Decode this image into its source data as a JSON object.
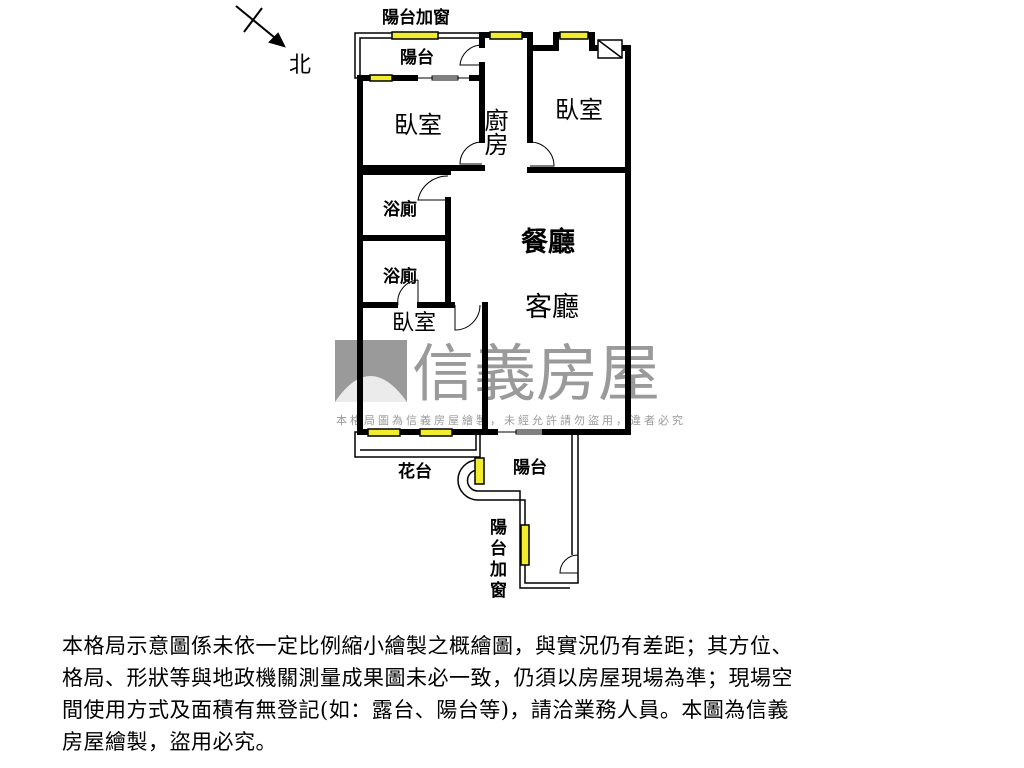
{
  "compass": {
    "label": "北"
  },
  "rooms": {
    "balcony_window_top": "陽台加窗",
    "balcony_top": "陽台",
    "bedroom_nw": "臥室",
    "kitchen": "廚房",
    "bedroom_ne": "臥室",
    "bath_1": "浴廁",
    "bath_2": "浴廁",
    "dining": "餐廳",
    "living": "客廳",
    "bedroom_sw": "臥室",
    "planter": "花台",
    "balcony_bottom": "陽台",
    "balcony_window_bottom": "陽台加窗"
  },
  "watermark": {
    "brand": "信義房屋",
    "notice": "本格局圖為信義房屋繪製，未經允許請勿盜用，違者必究"
  },
  "disclaimer": {
    "lines": [
      "本格局示意圖係未依一定比例縮小繪製之概繪圖，與實況仍有差距；其方位、",
      "格局、形狀等與地政機關測量成果圖未必一致，仍須以房屋現場為準；現場空",
      "間使用方式及面積有無登記(如：露台、陽台等)，請洽業務人員。本圖為信義",
      "房屋繪製，盜用必究。"
    ]
  },
  "colors": {
    "wall": "#000000",
    "window": "#f2ec2e",
    "watermark": "#9a9a9a"
  }
}
